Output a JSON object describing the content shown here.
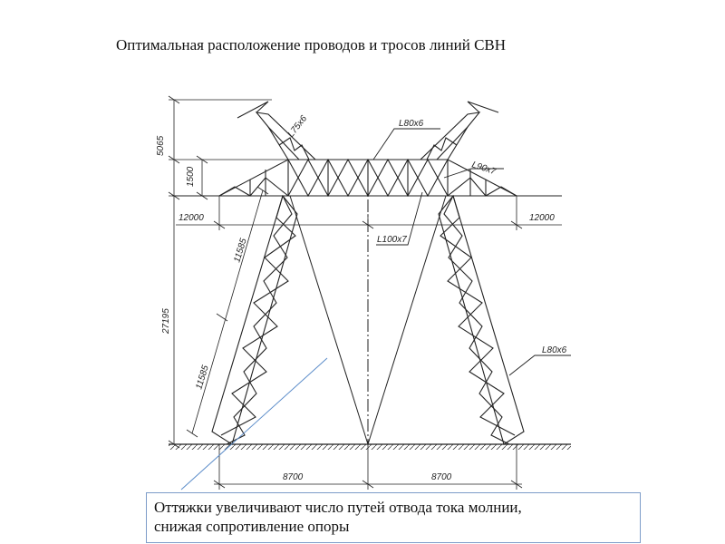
{
  "title": "Оптимальная расположение проводов  и тросов линий СВН",
  "labels": {
    "height_top": "5065",
    "height_traverse": "1500",
    "height_total": "27195",
    "left_cantilever": "12000",
    "right_cantilever": "12000",
    "leg_upper": "11585",
    "leg_lower": "11585",
    "base_left": "8700",
    "base_right": "8700",
    "profile_peak": "L75x6",
    "profile_traverse": "L80x6",
    "profile_chord": "L90x7",
    "profile_center": "L100x7",
    "profile_leg": "L80x6"
  },
  "note": {
    "line1": "Оттяжки увеличивают число путей отвода тока молнии,",
    "line2": "снижая сопротивление опоры"
  },
  "colors": {
    "line": "#222222",
    "pointer": "#5b8cc9",
    "note_border": "#7d9cc9"
  }
}
